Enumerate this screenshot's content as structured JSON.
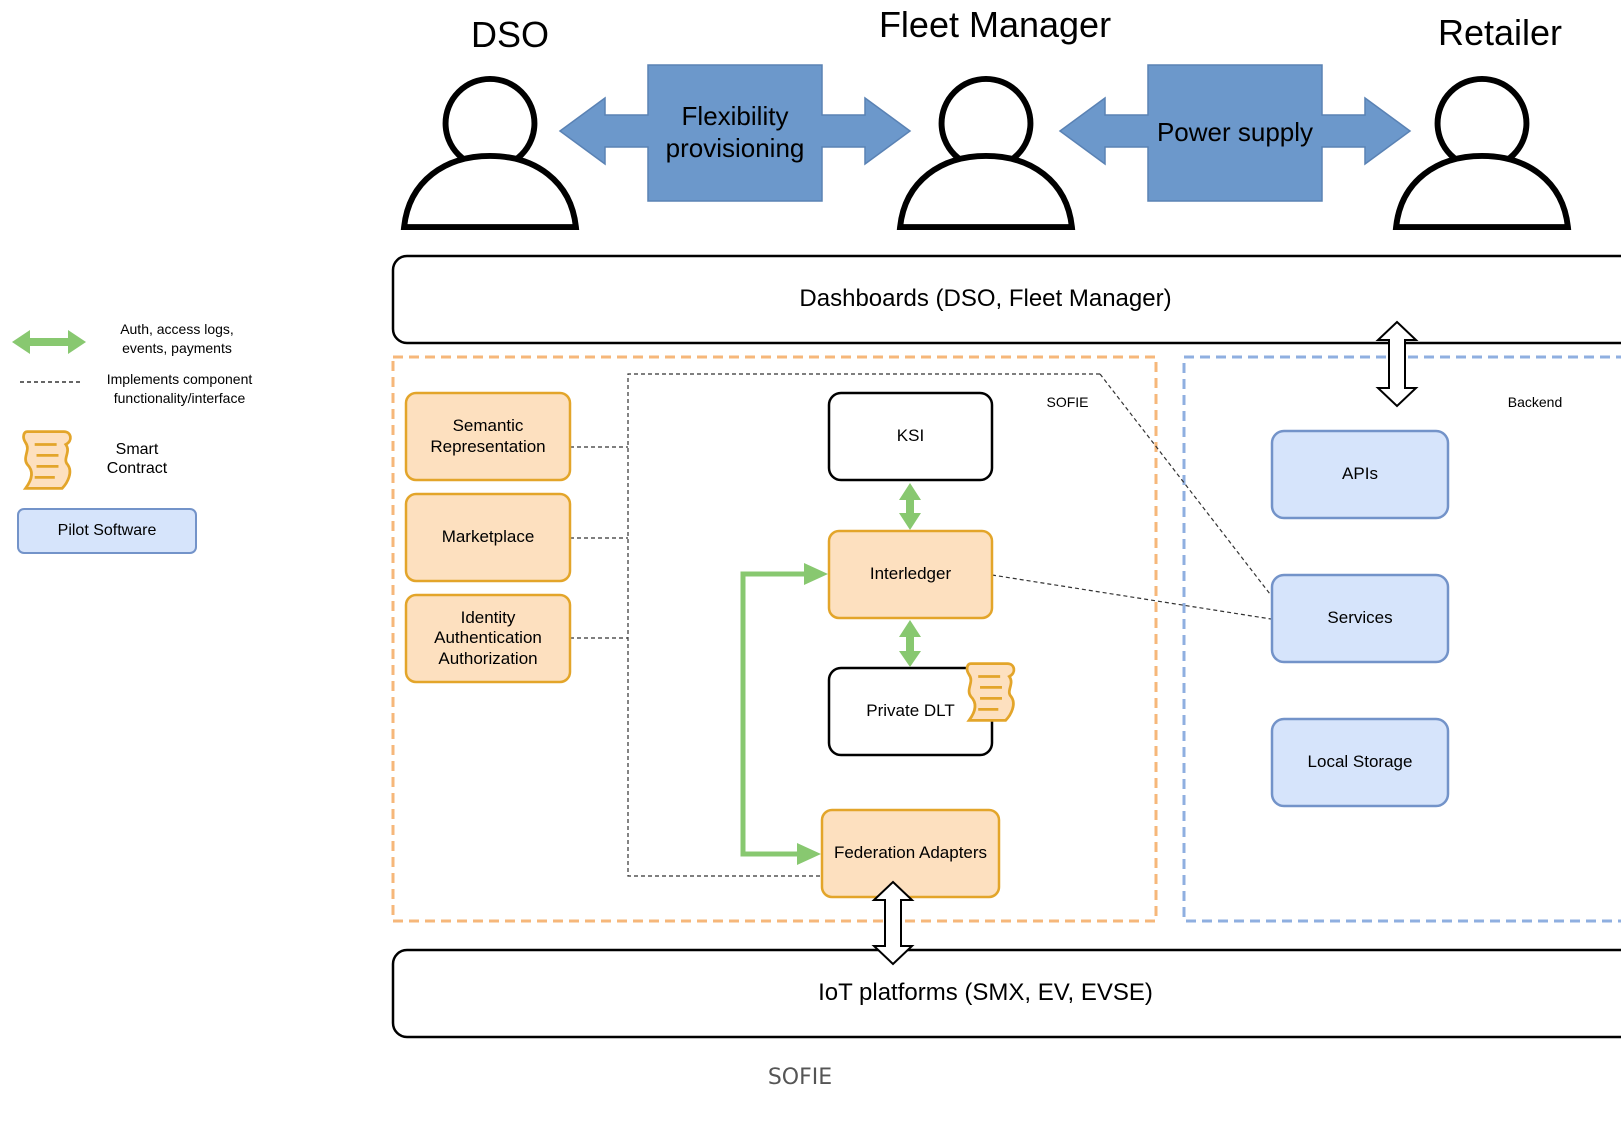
{
  "actors": {
    "dso": "DSO",
    "fleet_manager": "Fleet Manager",
    "retailer": "Retailer"
  },
  "flows": {
    "flexibility": "Flexibility provisioning",
    "power_supply": "Power supply"
  },
  "layers": {
    "dashboards": "Dashboards (DSO, Fleet Manager)",
    "iot": "IoT platforms (SMX, EV, EVSE)"
  },
  "sofie": {
    "region_label": "SOFIE",
    "semantic": "Semantic\nRepresentation",
    "marketplace": "Marketplace",
    "identity": "Identity\nAuthentication\nAuthorization",
    "ksi": "KSI",
    "interledger": "Interledger",
    "private_dlt": "Private DLT",
    "federation": "Federation Adapters"
  },
  "backend": {
    "region_label": "Backend",
    "apis": "APIs",
    "services": "Services",
    "local_storage": "Local Storage"
  },
  "legend": {
    "auth": "Auth, access logs,\nevents, payments",
    "implements": "Implements component\nfunctionality/interface",
    "smart_contract": "Smart\nContract",
    "pilot_software": "Pilot Software"
  },
  "caption": "SOFIE",
  "colors": {
    "flow_arrow": "#6c98cb",
    "sofie_fill": "#fde0bf",
    "sofie_stroke": "#e3a52a",
    "pilot_fill": "#d6e4fb",
    "pilot_stroke": "#7393c9",
    "green": "#88c870",
    "sofie_region": "#f6b77a",
    "backend_region": "#8fafe0"
  }
}
